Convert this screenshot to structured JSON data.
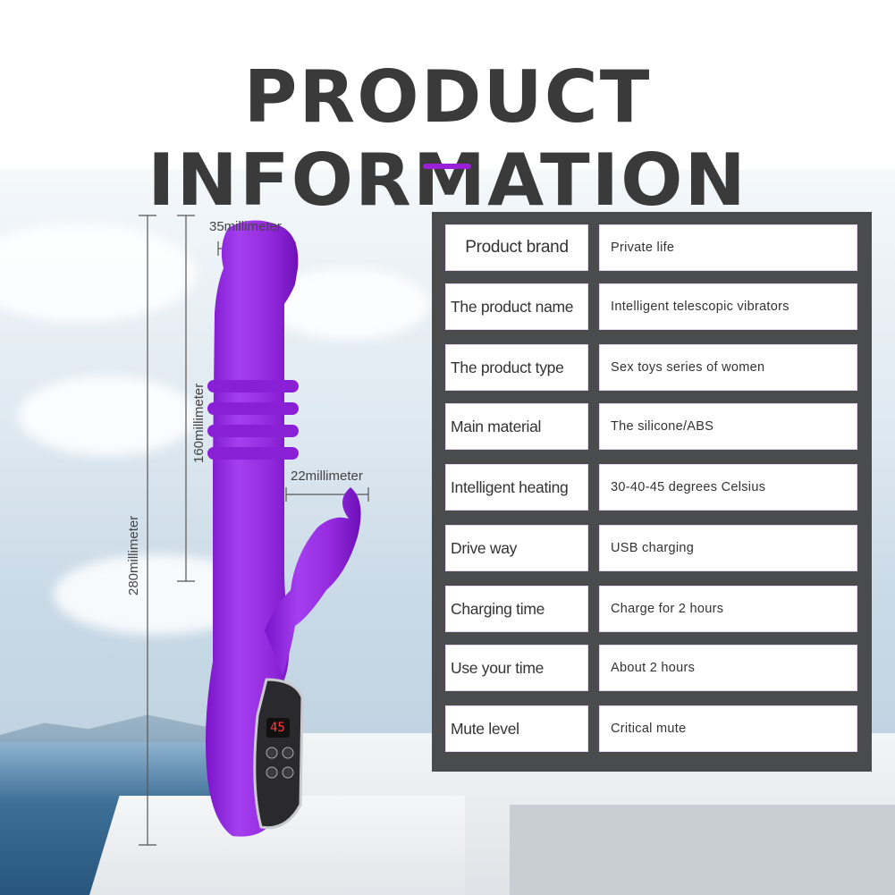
{
  "title": "PRODUCT INFORMATION",
  "colors": {
    "accent": "#9b1fd6",
    "product": "#9a2fe0",
    "panel": "#4a4b4d"
  },
  "dimensions": {
    "top_width": "35millimeter",
    "shaft_length": "160millimeter",
    "total_length": "280millimeter",
    "clit_width": "22millimeter"
  },
  "display_readout": "45",
  "specs": [
    {
      "label": "Product brand",
      "value": "Private life"
    },
    {
      "label": "The product name",
      "value": "Intelligent telescopic vibrators"
    },
    {
      "label": "The product type",
      "value": "Sex toys series of women"
    },
    {
      "label": "Main material",
      "value": "The silicone/ABS"
    },
    {
      "label": "Intelligent heating",
      "value": "30-40-45 degrees Celsius"
    },
    {
      "label": "Drive way",
      "value": "USB charging"
    },
    {
      "label": "Charging time",
      "value": "Charge for 2 hours"
    },
    {
      "label": "Use your time",
      "value": "About 2 hours"
    },
    {
      "label": "Mute level",
      "value": "Critical mute"
    }
  ]
}
